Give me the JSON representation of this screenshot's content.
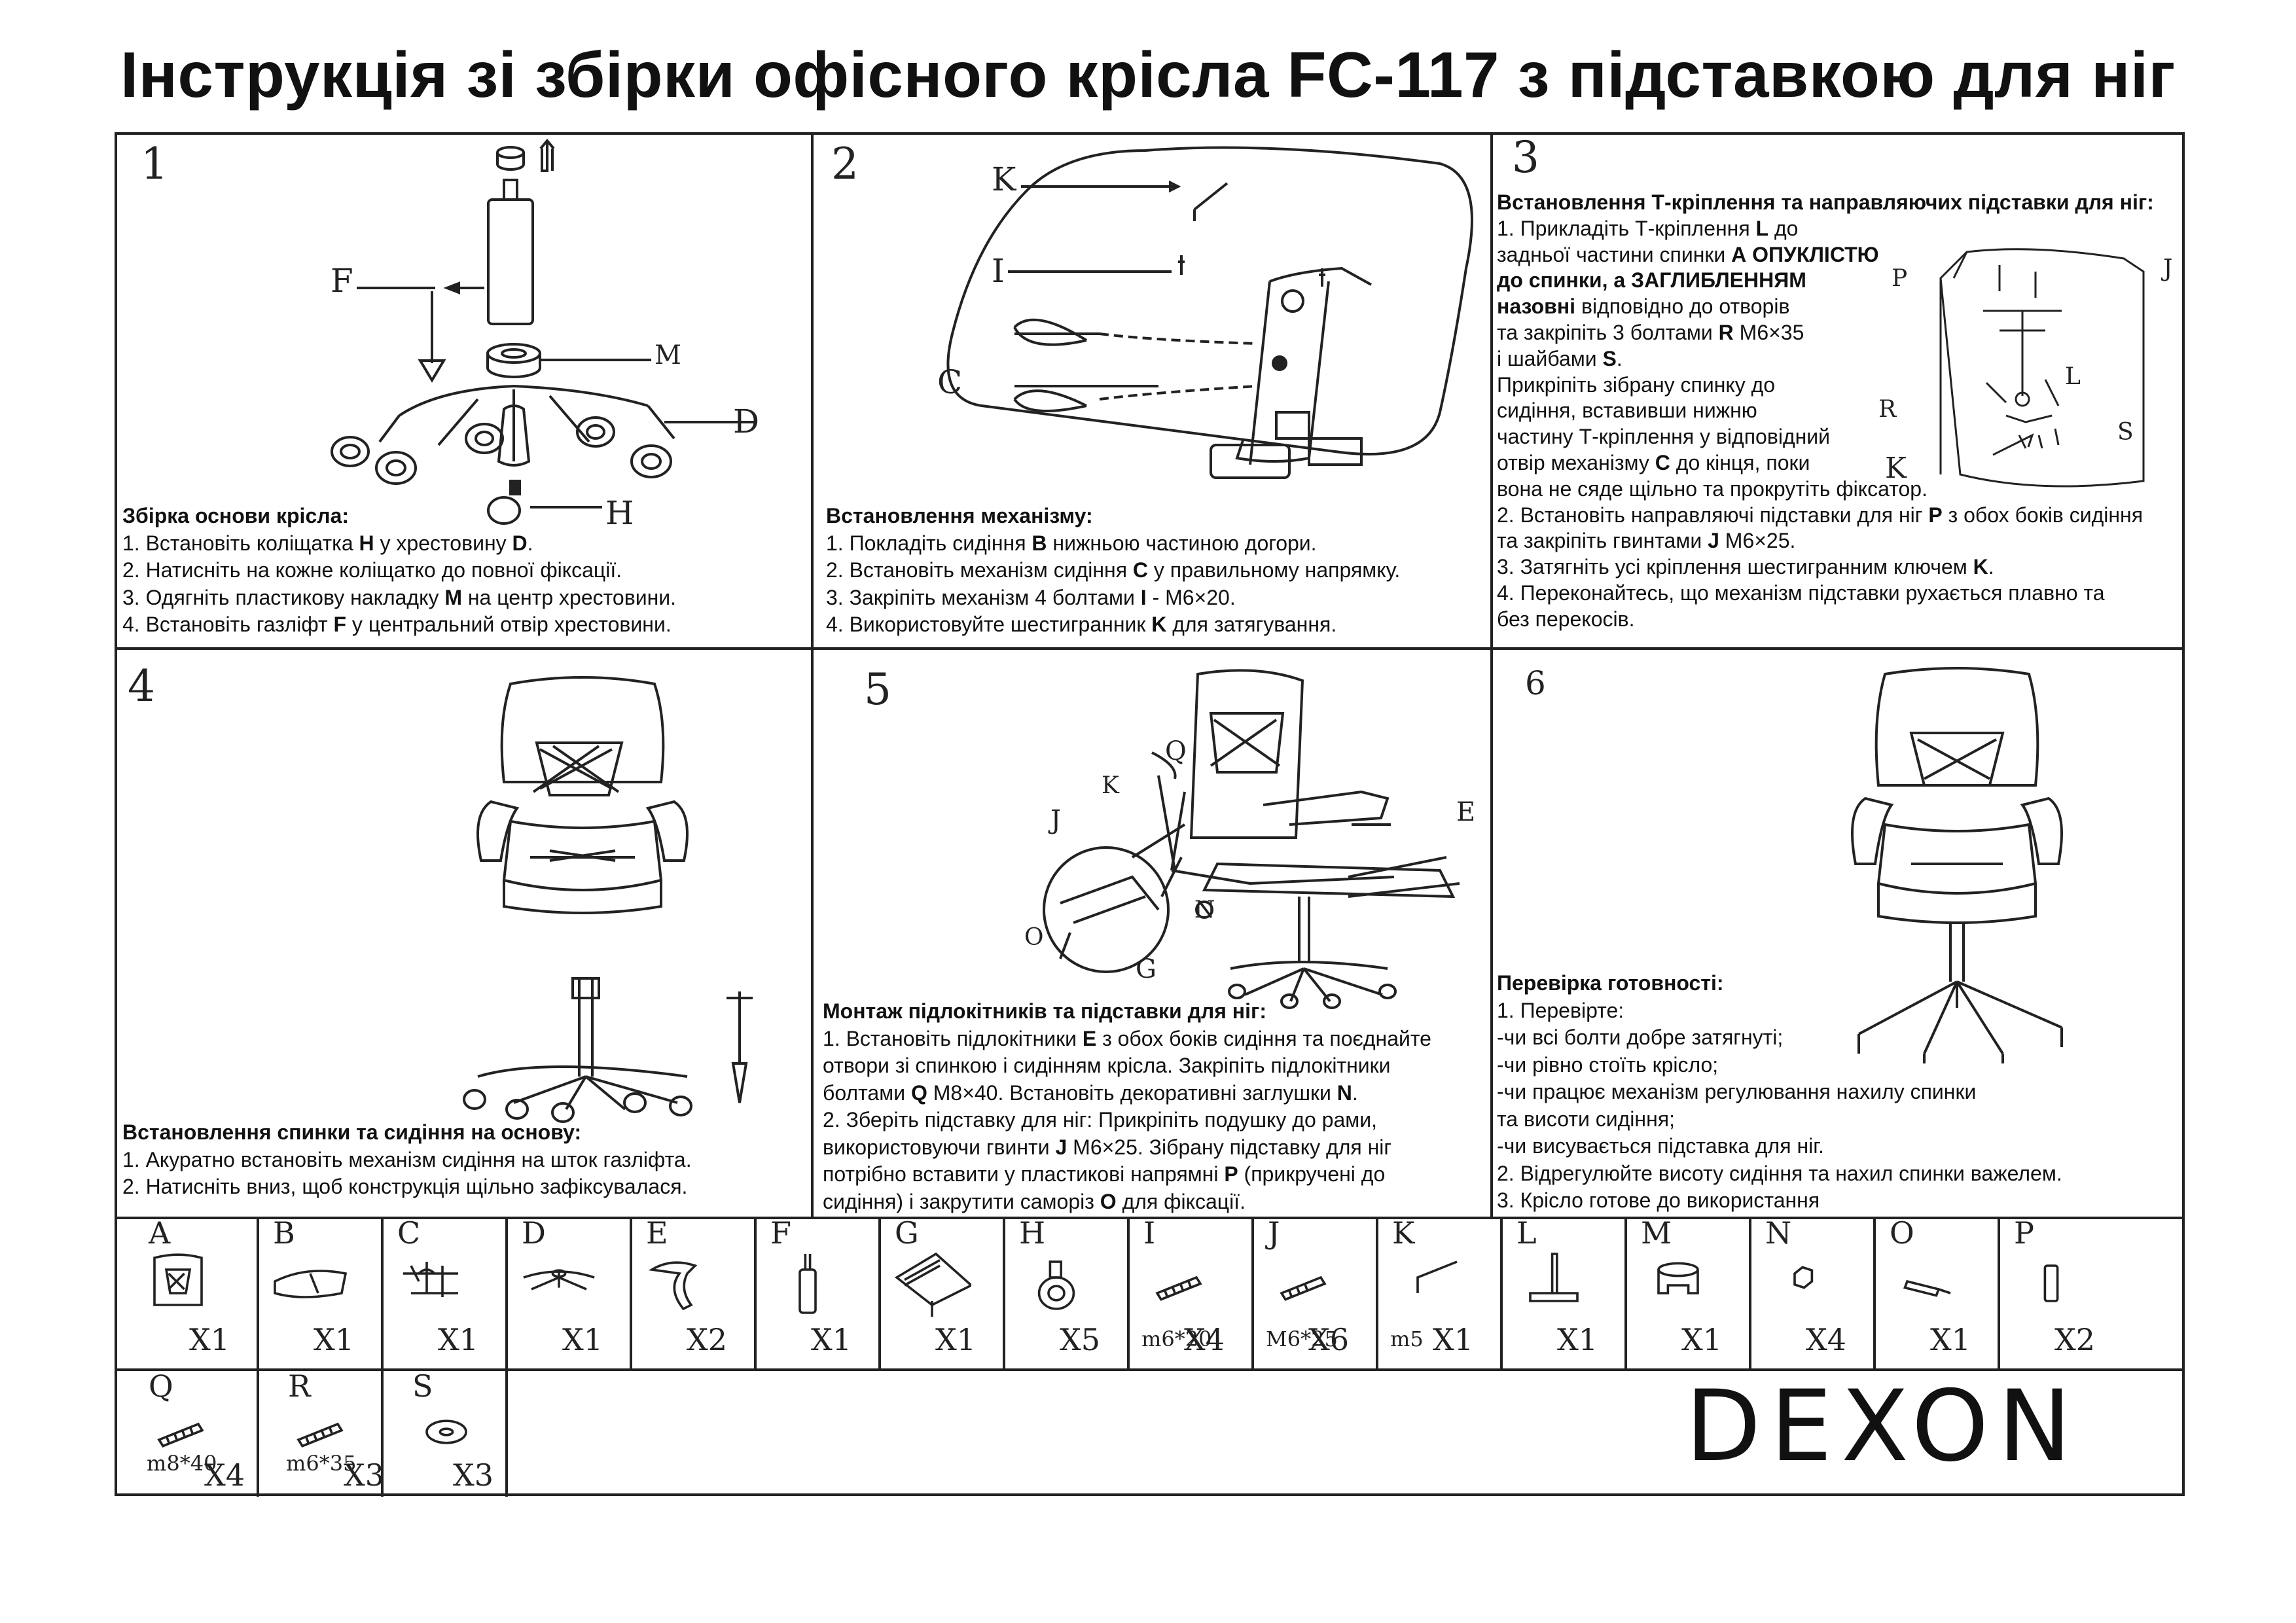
{
  "title": "Інструкція зі збірки офісного крісла FC-117 з підставкою для ніг",
  "panels": [
    {
      "num": "1",
      "heading": "Збірка основи крісла:",
      "lines": [
        [
          "1. Встановіть коліщатка ",
          "H",
          " у хрестовину ",
          "D",
          "."
        ],
        [
          "2. Натисніть на кожне коліщатко до повної фіксації."
        ],
        [
          "3. Одягніть пластикову накладку ",
          "M",
          " на центр хрестовини."
        ],
        [
          "4. Встановіть газліфт ",
          "F",
          " у центральний отвір хрестовини."
        ]
      ],
      "labels": {
        "F": "F",
        "M": "M",
        "D": "D",
        "H": "H"
      }
    },
    {
      "num": "2",
      "heading": "Встановлення механізму:",
      "lines": [
        [
          "1. Покладіть сидіння ",
          "B",
          " нижньою частиною догори."
        ],
        [
          "2. Встановіть механізм сидіння ",
          "C",
          " у правильному напрямку."
        ],
        [
          "3. Закріпіть механізм 4 болтами ",
          "I",
          " - M6×20."
        ],
        [
          "4. Використовуйте шестигранник ",
          "K",
          " для затягування."
        ]
      ],
      "labels": {
        "K": "K",
        "I": "I",
        "C": "C"
      }
    },
    {
      "num": "3",
      "heading": "Встановлення Т-кріплення та направляючих підставки для ніг:",
      "lines": [
        [
          "1. Прикладіть Т-кріплення ",
          "L",
          " до"
        ],
        [
          "задньої частини спинки ",
          "А ОПУКЛІСТЮ"
        ],
        [
          "до спинки, а ЗАГЛИБЛЕННЯМ"
        ],
        [
          "назовні",
          " відповідно до отворів"
        ],
        [
          "та закріпіть 3 болтами ",
          "R",
          " M6×35"
        ],
        [
          "і шайбами ",
          "S",
          "."
        ],
        [
          "Прикріпіть зібрану спинку до"
        ],
        [
          "сидіння, вставивши нижню"
        ],
        [
          "частину Т-кріплення у відповідний"
        ],
        [
          "отвір механізму ",
          "C",
          " до кінця, поки"
        ],
        [
          "вона не сяде щільно та прокрутіть фіксатор."
        ],
        [
          "2. Встановіть направляючі підставки для ніг ",
          "P",
          " з обох боків сидіння"
        ],
        [
          "та закріпіть гвинтами ",
          "J",
          " M6×25."
        ],
        [
          "3. Затягніть усі кріплення шестигранним ключем ",
          "K",
          "."
        ],
        [
          "4. Переконайтесь, що механізм підставки рухається плавно та"
        ],
        [
          "без перекосів."
        ]
      ],
      "labels": {
        "P": "P",
        "J": "J",
        "L": "L",
        "R": "R",
        "S": "S",
        "K": "K"
      }
    },
    {
      "num": "4",
      "heading": "Встановлення спинки та сидіння на основу:",
      "lines": [
        [
          "1. Акуратно встановіть механізм сидіння на шток газліфта."
        ],
        [
          "2. Натисніть вниз, щоб конструкція щільно зафіксувалася."
        ]
      ]
    },
    {
      "num": "5",
      "heading": "Монтаж підлокітників та підставки для ніг:",
      "lines": [
        [
          "1. Встановіть підлокітники ",
          "E",
          " з обох боків сидіння та поєднайте"
        ],
        [
          "отвори зі спинкою і сидінням крісла. Закріпіть підлокітники"
        ],
        [
          "болтами ",
          "Q",
          " M8×40. Встановіть декоративні заглушки ",
          "N",
          "."
        ],
        [
          "2. Зберіть підставку для ніг: Прикріпіть подушку до рами,"
        ],
        [
          "використовуючи гвинти ",
          "J",
          " M6×25. Зібрану підставку для ніг"
        ],
        [
          "потрібно вставити у пластикові напрямні ",
          "P",
          " (прикручені до"
        ],
        [
          "сидіння) і закрутити саморіз ",
          "O",
          " для фіксації."
        ]
      ],
      "labels": {
        "K": "K",
        "Q": "Q",
        "J": "J",
        "E": "E",
        "N": "N",
        "O": "O",
        "G": "G"
      }
    },
    {
      "num": "6",
      "heading": "Перевірка готовності:",
      "lines": [
        [
          "1. Перевірте:"
        ],
        [
          "-чи всі болти добре затягнуті;"
        ],
        [
          "-чи рівно стоїть крісло;"
        ],
        [
          "-чи працює механізм регулювання нахилу спинки"
        ],
        [
          "та висоти сидіння;"
        ],
        [
          "-чи висувається підставка для ніг."
        ],
        [
          "2. Відрегулюйте висоту сидіння та нахил спинки важелем."
        ],
        [
          "3. Крісло готове до використання"
        ]
      ]
    }
  ],
  "parts": [
    {
      "letter": "A",
      "qty": "X1",
      "spec": "",
      "icon": "chair-back-icon"
    },
    {
      "letter": "B",
      "qty": "X1",
      "spec": "",
      "icon": "seat-icon"
    },
    {
      "letter": "C",
      "qty": "X1",
      "spec": "",
      "icon": "mechanism-icon"
    },
    {
      "letter": "D",
      "qty": "X1",
      "spec": "",
      "icon": "base-icon"
    },
    {
      "letter": "E",
      "qty": "X2",
      "spec": "",
      "icon": "armrest-icon"
    },
    {
      "letter": "F",
      "qty": "X1",
      "spec": "",
      "icon": "gaslift-icon"
    },
    {
      "letter": "G",
      "qty": "X1",
      "spec": "",
      "icon": "footrest-frame-icon"
    },
    {
      "letter": "H",
      "qty": "X5",
      "spec": "",
      "icon": "caster-icon"
    },
    {
      "letter": "I",
      "qty": "X4",
      "spec": "m6*20",
      "icon": "bolt-icon"
    },
    {
      "letter": "J",
      "qty": "X6",
      "spec": "M6*25",
      "icon": "screw-icon"
    },
    {
      "letter": "K",
      "qty": "X1",
      "spec": "m5",
      "icon": "hex-key-icon"
    },
    {
      "letter": "L",
      "qty": "X1",
      "spec": "",
      "icon": "t-bracket-icon"
    },
    {
      "letter": "M",
      "qty": "X1",
      "spec": "",
      "icon": "cover-icon"
    },
    {
      "letter": "N",
      "qty": "X4",
      "spec": "",
      "icon": "cap-icon"
    },
    {
      "letter": "O",
      "qty": "X1",
      "spec": "",
      "icon": "self-tapping-screw-icon"
    },
    {
      "letter": "P",
      "qty": "X2",
      "spec": "",
      "icon": "guide-icon"
    },
    {
      "letter": "Q",
      "qty": "X4",
      "spec": "m8*40",
      "icon": "bolt-icon"
    },
    {
      "letter": "R",
      "qty": "X3",
      "spec": "m6*35",
      "icon": "bolt-icon"
    },
    {
      "letter": "S",
      "qty": "X3",
      "spec": "",
      "icon": "washer-icon"
    }
  ],
  "brand": "DEXON"
}
